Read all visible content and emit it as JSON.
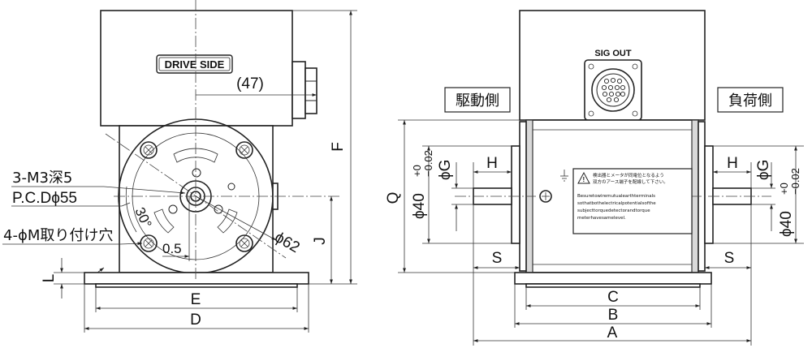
{
  "left_view": {
    "badge": "DRIVE SIDE",
    "dim_47": "(47)",
    "dim_F": "F",
    "dim_J": "J",
    "dim_E": "E",
    "dim_D": "D",
    "dim_L": "L",
    "dim_phi62": "ϕ62",
    "dim_30deg": "30°",
    "dim_05": "0.5",
    "callout_m3": "3-M3深5",
    "callout_pcd": "P.C.Dϕ55",
    "callout_mount": "4-ϕM取り付け穴"
  },
  "right_view": {
    "connector_label": "SIG OUT",
    "drive_side_label": "駆動側",
    "load_side_label": "負荷側",
    "dim_Q": "Q",
    "dim_phi40": "ϕ40",
    "tol_upper": "+0",
    "tol_lower": "−0.02",
    "dim_phiG": "ϕG",
    "dim_H": "H",
    "dim_S": "S",
    "dim_A": "A",
    "dim_B": "B",
    "dim_C": "C",
    "warning_jp_1": "検出器とメータが同電位となるよう",
    "warning_jp_2": "双方のアース端子を配線して下さい。",
    "warning_en_1": "Besuretowiremutualearthterminals",
    "warning_en_2": "sothatbothelectricalpotentialsofthe",
    "warning_en_3": "subjecttorquedetectorandtorque",
    "warning_en_4": "meterhavesamelevel."
  }
}
